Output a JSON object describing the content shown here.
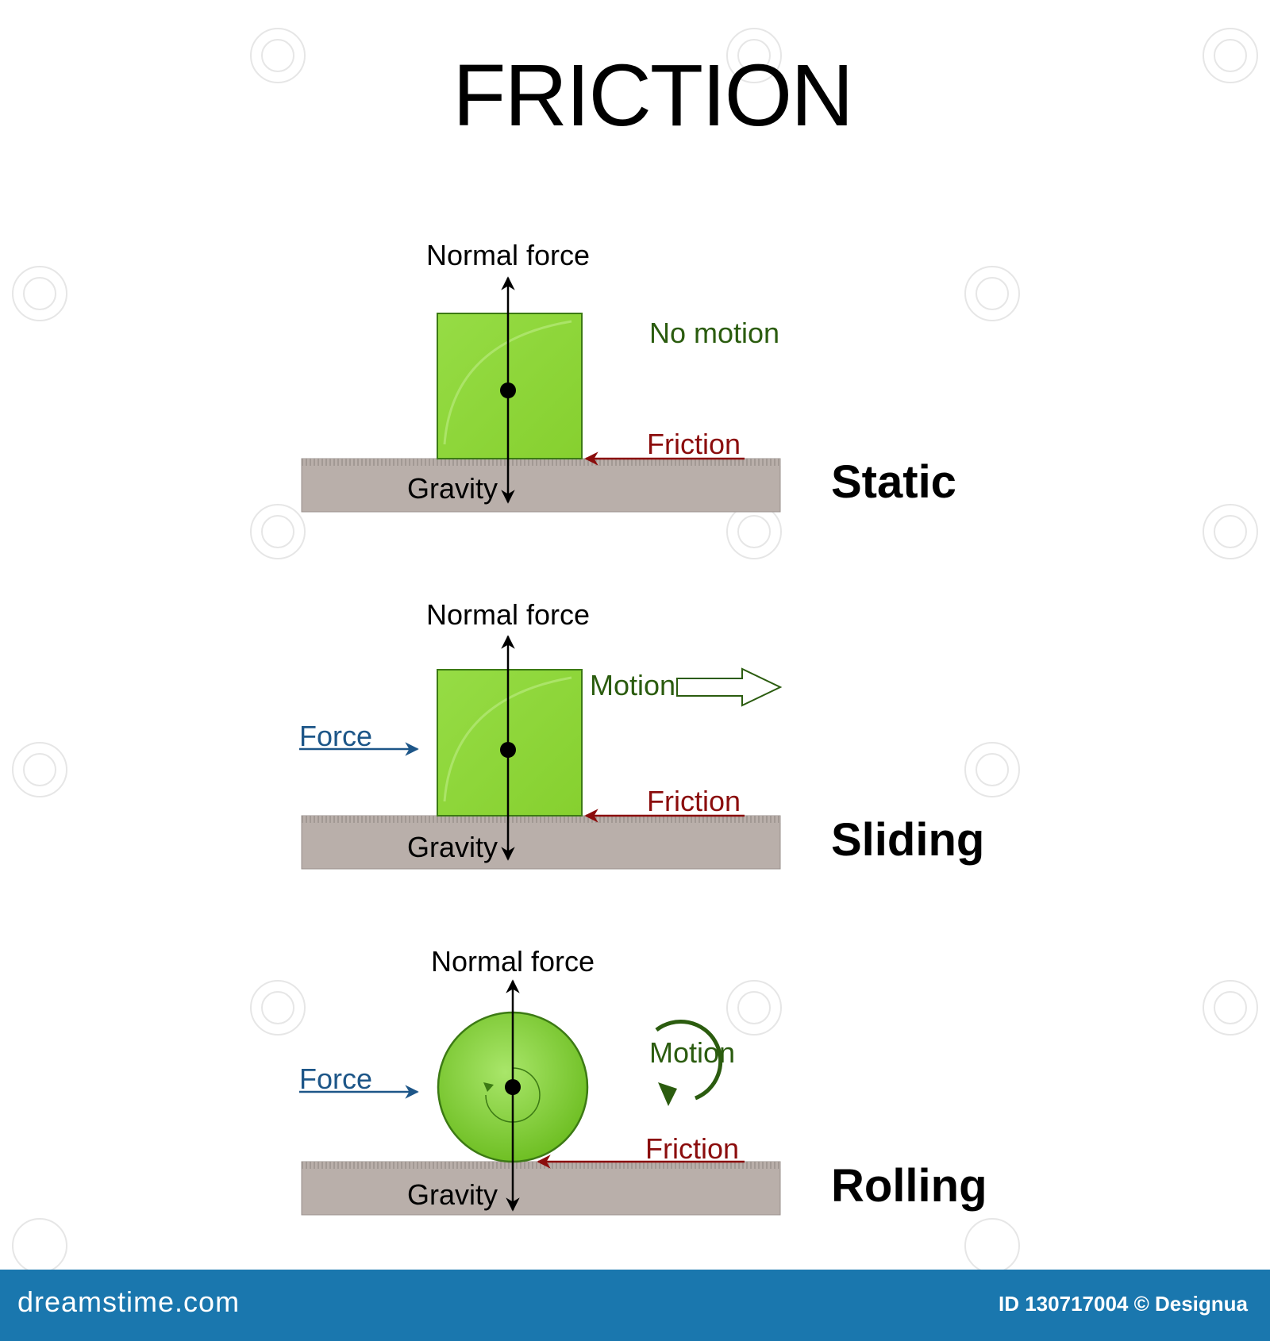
{
  "title": "FRICTION",
  "panels": [
    {
      "type_label": "Static",
      "normal_label": "Normal force",
      "gravity_label": "Gravity",
      "friction_label": "Friction",
      "motion_label": "No motion"
    },
    {
      "type_label": "Sliding",
      "normal_label": "Normal force",
      "gravity_label": "Gravity",
      "friction_label": "Friction",
      "motion_label": "Motion",
      "force_label": "Force"
    },
    {
      "type_label": "Rolling",
      "normal_label": "Normal force",
      "gravity_label": "Gravity",
      "friction_label": "Friction",
      "motion_label": "Motion",
      "force_label": "Force"
    }
  ],
  "footer": {
    "site": "dreamstime.com",
    "credit": "ID 130717004 © Designua"
  },
  "colors": {
    "object_fill": "#8fd93a",
    "object_stroke": "#3c7a14",
    "ground": "#b9afaa",
    "motion": "#2b5c0f",
    "friction": "#8b0d0d",
    "force": "#1d5688",
    "footer_bg": "#1a77ae"
  },
  "icons": [
    "arrow-up-icon",
    "arrow-down-icon",
    "arrow-left-icon",
    "arrow-right-icon",
    "hollow-arrow-right-icon",
    "rotation-arrow-icon",
    "watermark-spiral-icon"
  ]
}
